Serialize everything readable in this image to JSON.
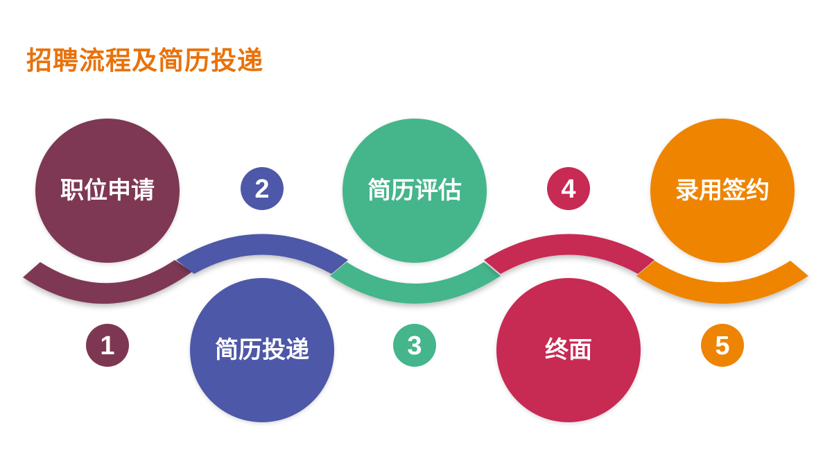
{
  "title": "招聘流程及简历投递",
  "colors": {
    "title": "#E8720C",
    "step1": "#7E3752",
    "step2": "#4E58A8",
    "step3": "#45B58C",
    "step4": "#C72A52",
    "step5": "#EE8403",
    "arc_shadow": "rgba(0,0,0,0.22)"
  },
  "steps": [
    {
      "number": "1",
      "label": "职位申请",
      "color": "#7E3752"
    },
    {
      "number": "2",
      "label": "简历投递",
      "color": "#4E58A8"
    },
    {
      "number": "3",
      "label": "简历评估",
      "color": "#45B58C"
    },
    {
      "number": "4",
      "label": "终面",
      "color": "#C72A52"
    },
    {
      "number": "5",
      "label": "录用签约",
      "color": "#EE8403"
    }
  ]
}
